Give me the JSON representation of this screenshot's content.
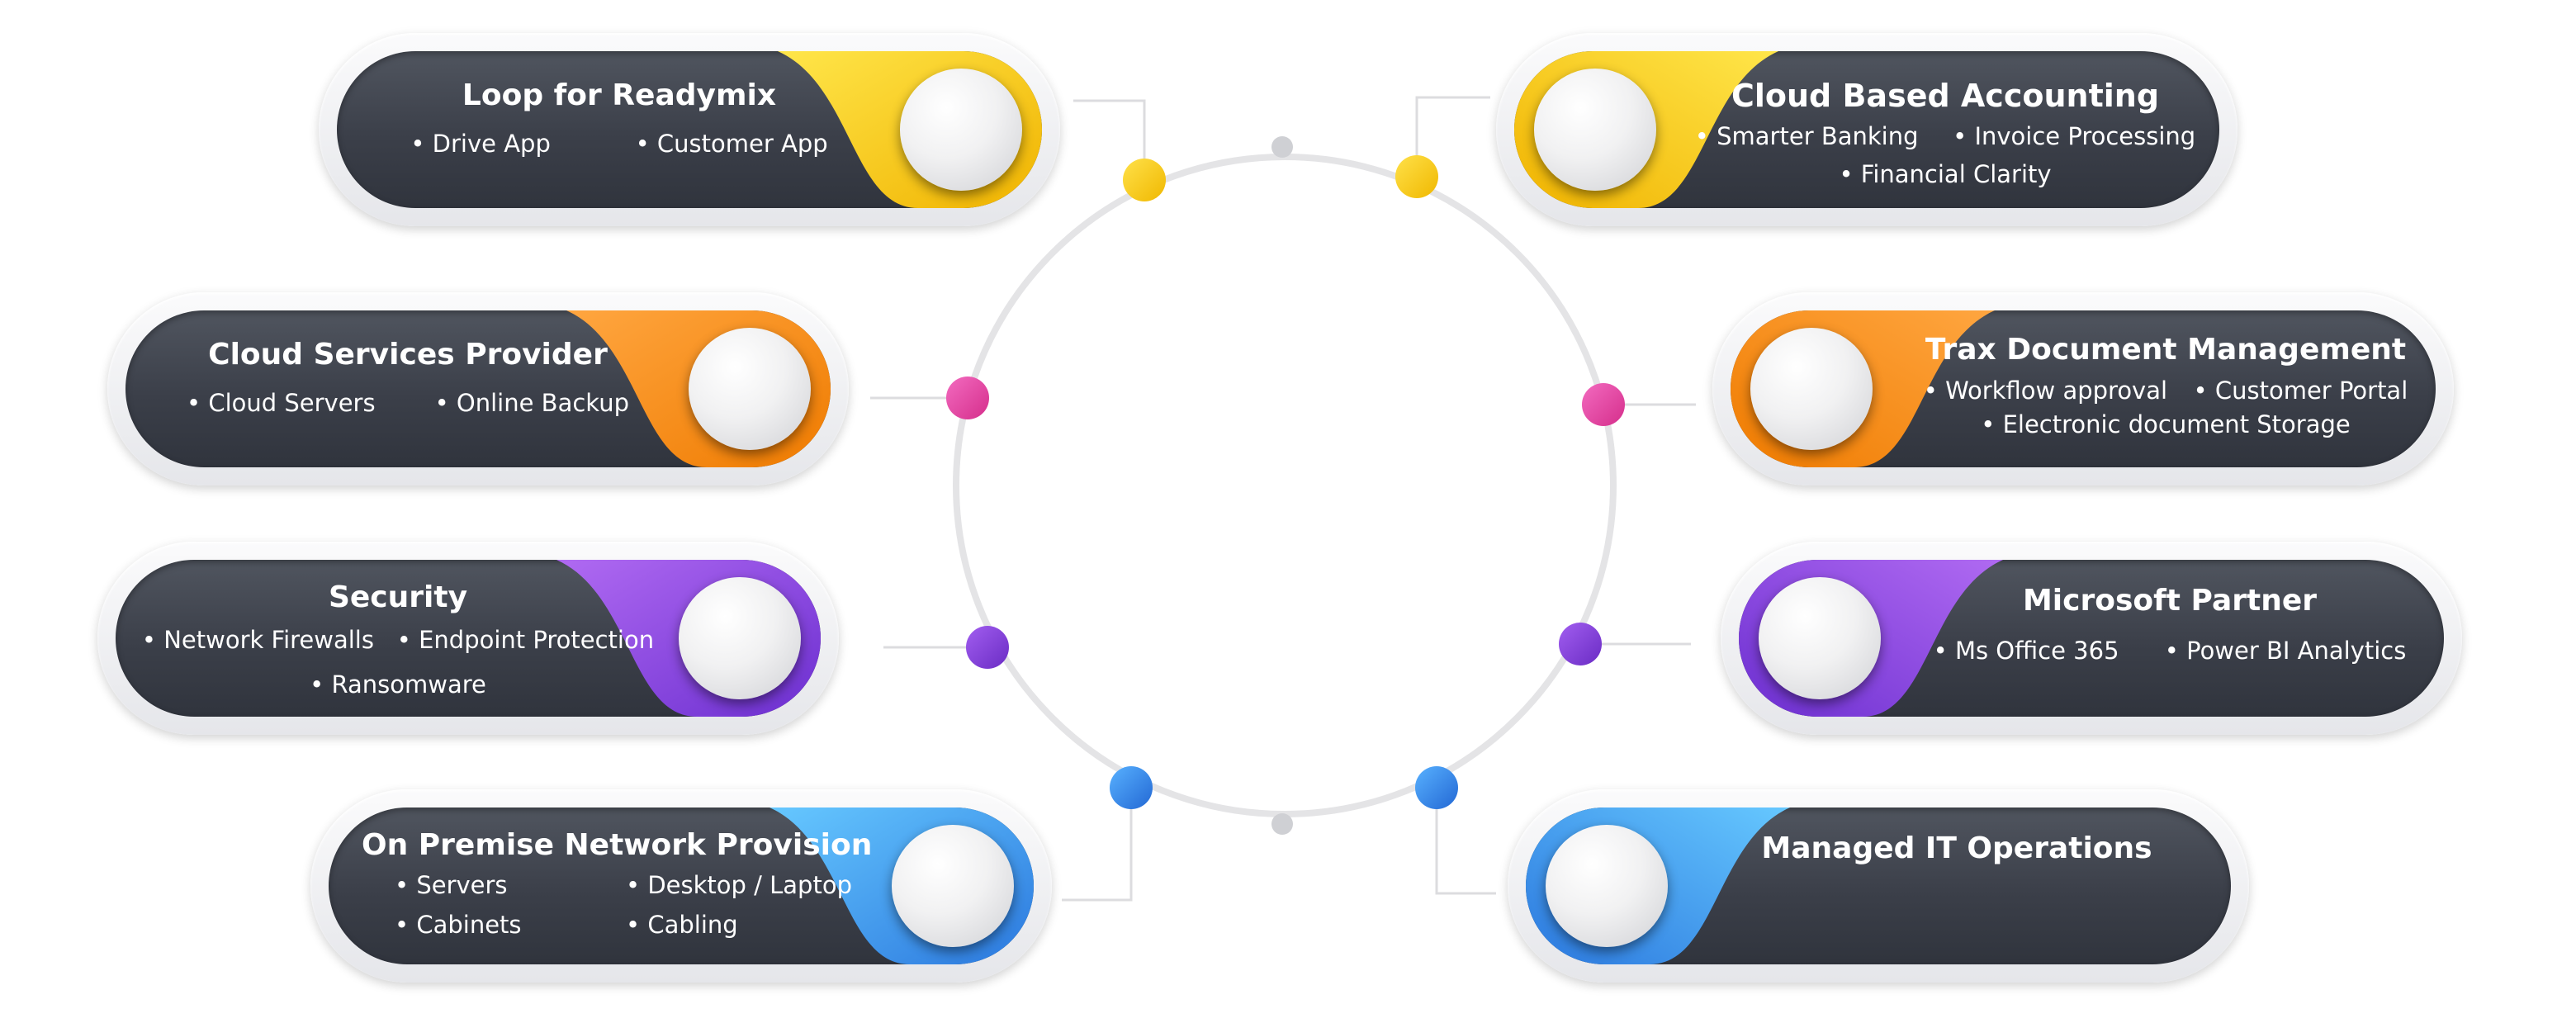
{
  "colors": {
    "yellow": "#f5c400",
    "magenta": "#e0409a",
    "purple": "#7d3cd6",
    "blue": "#2f86e6",
    "orange": "#f28a00",
    "ring": "#e6e6e8",
    "ring_dot": "#cfd0d4"
  },
  "cards": [
    {
      "id": "loop-readymix",
      "title": "Loop for Readymix",
      "items": [
        "Drive App",
        "Customer App"
      ]
    },
    {
      "id": "cloud-services",
      "title": "Cloud Services Provider",
      "items": [
        "Cloud Servers",
        "Online Backup"
      ]
    },
    {
      "id": "security",
      "title": "Security",
      "items": [
        "Network Firewalls",
        "Endpoint Protection",
        "Ransomware"
      ]
    },
    {
      "id": "on-premise",
      "title": "On Premise Network Provision",
      "items": [
        "Servers",
        "Desktop / Laptop",
        "Cabinets",
        "Cabling"
      ]
    },
    {
      "id": "cloud-accounting",
      "title": "Cloud Based Accounting",
      "items": [
        "Smarter Banking",
        "Invoice Processing",
        "Financial Clarity"
      ]
    },
    {
      "id": "trax",
      "title": "Trax Document Management",
      "items": [
        "Workflow approval",
        "Customer Portal",
        "Electronic document Storage"
      ]
    },
    {
      "id": "microsoft",
      "title": "Microsoft Partner",
      "items": [
        "Ms Office 365",
        "Power BI Analytics"
      ]
    },
    {
      "id": "managed-it",
      "title": "Managed IT Operations",
      "items": []
    }
  ]
}
